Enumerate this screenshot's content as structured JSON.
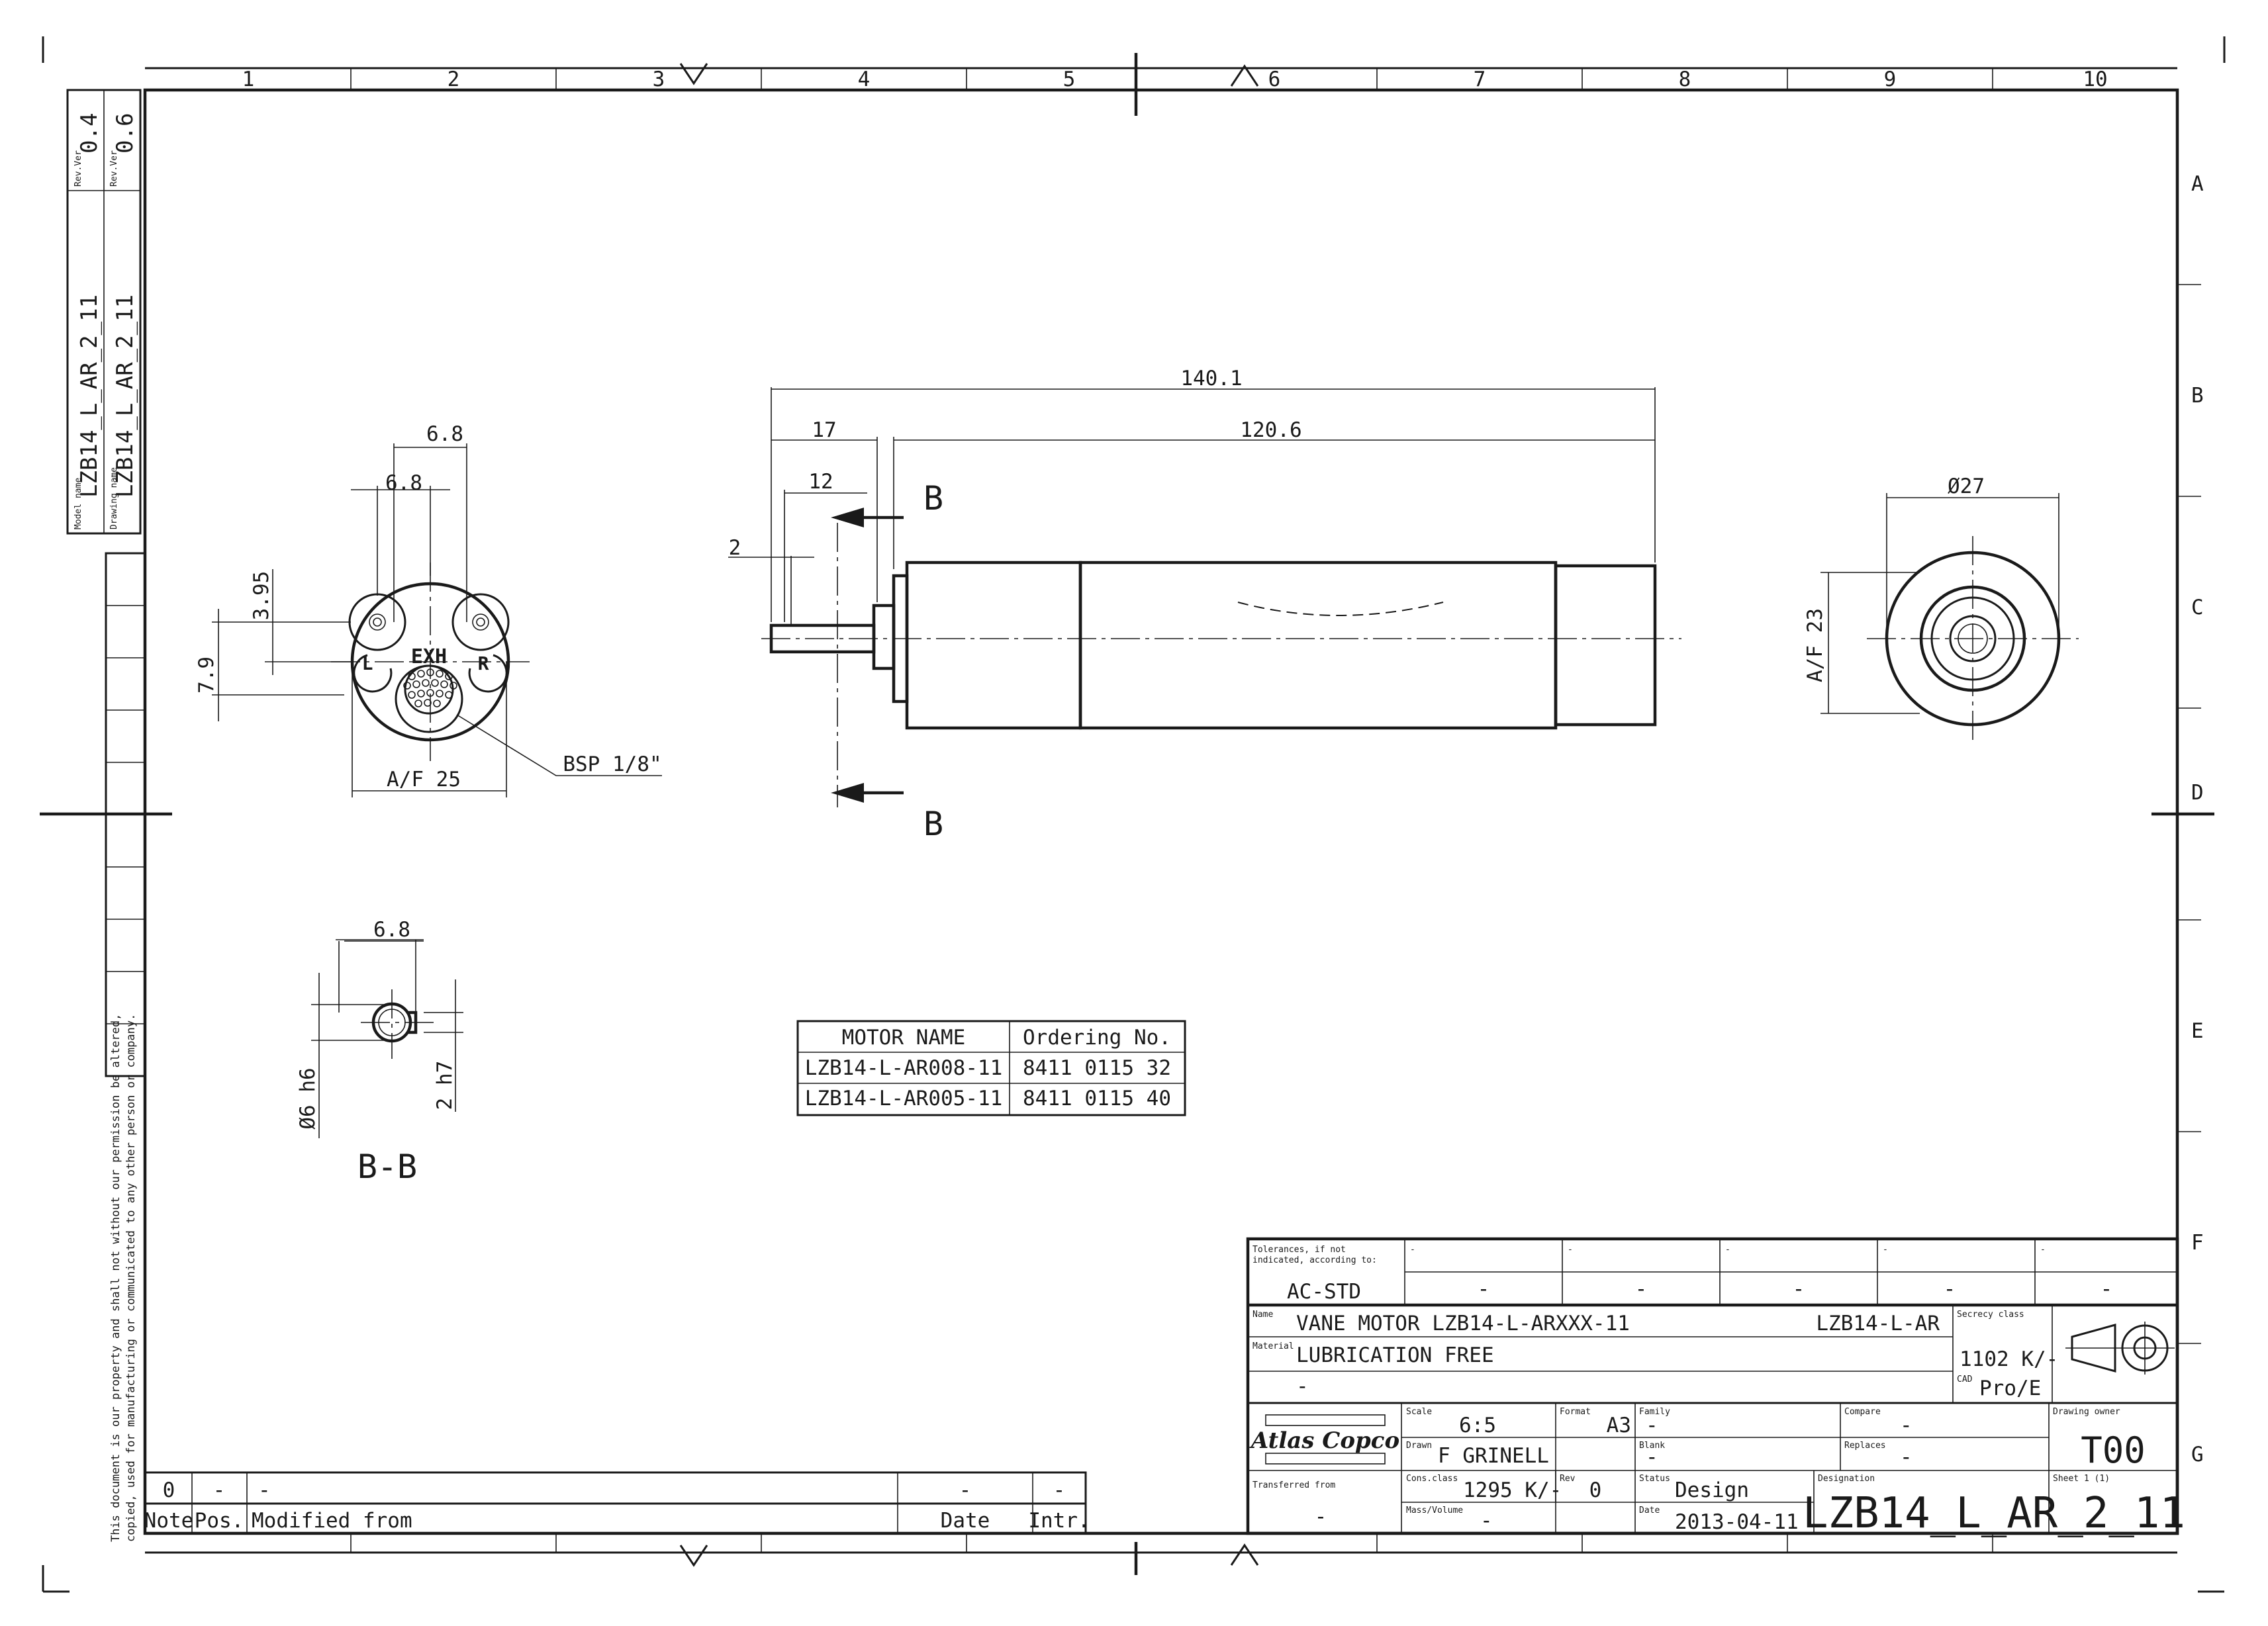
{
  "frame": {
    "columns": [
      "1",
      "2",
      "3",
      "4",
      "5",
      "6",
      "7",
      "8",
      "9",
      "10"
    ],
    "rows": [
      "A",
      "B",
      "C",
      "D",
      "E",
      "F",
      "G"
    ]
  },
  "side_strip": {
    "model_name_label": "Model name",
    "model_name": "LZB14_L_AR_2_11",
    "rev_ver_label_1": "Rev.Ver",
    "rev_ver_1": "0.4",
    "drawing_name_label": "Drawing name",
    "drawing_name": "LZB14_L_AR_2_11",
    "rev_ver_label_2": "Rev.Ver",
    "rev_ver_2": "0.6"
  },
  "copyright": {
    "line1": "This document is our property and shall not without our permission be altered,",
    "line2": "copied, used for manufacturing or communicated to any other person or company."
  },
  "front_view": {
    "dim_top": "6.8",
    "dim_mid": "6.8",
    "dim_v1": "3.95",
    "dim_v2": "7.9",
    "dim_bottom": "A/F 25",
    "thread_callout": "BSP 1/8\"",
    "port_exh": "EXH",
    "port_l": "L",
    "port_r": "R"
  },
  "side_view": {
    "dim_overall": "140.1",
    "dim_body": "120.6",
    "dim_17": "17",
    "dim_12": "12",
    "dim_2": "2",
    "section_top": "B",
    "section_bottom": "B"
  },
  "end_view": {
    "dim_dia": "Ø27",
    "dim_af": "A/F 23"
  },
  "section_bb": {
    "dim_width": "6.8",
    "dim_dia": "Ø6 h6",
    "dim_key": "2 h7",
    "label": "B-B"
  },
  "motor_table": {
    "headers": [
      "MOTOR NAME",
      "Ordering No."
    ],
    "rows": [
      [
        "LZB14-L-AR008-11",
        "8411 0115 32"
      ],
      [
        "LZB14-L-AR005-11",
        "8411 0115 40"
      ]
    ]
  },
  "revision_table": {
    "row": {
      "note": "0",
      "pos": "-",
      "modified": "-",
      "date": "-",
      "intr": "-"
    },
    "headers": {
      "note": "Note",
      "pos": "Pos.",
      "modified": "Modified from",
      "date": "Date",
      "intr": "Intr."
    }
  },
  "title_block": {
    "tolerance_label_1": "Tolerances, if not",
    "tolerance_label_2": "indicated, according to:",
    "tolerance_std": "AC-STD",
    "dash": "-",
    "name_label": "Name",
    "name": "VANE MOTOR LZB14-L-ARXXX-11",
    "name_code": "LZB14-L-AR",
    "secrecy_label": "Secrecy class",
    "secrecy": "1102 K/-",
    "material_label": "Material",
    "material": "LUBRICATION FREE",
    "material_extra": "-",
    "cad_label": "CAD",
    "cad": "Pro/E",
    "company_logo": "Atlas Copco",
    "scale_label": "Scale",
    "scale": "6:5",
    "format_label": "Format",
    "format": "A3",
    "family_label": "Family",
    "family": "-",
    "compare_label": "Compare",
    "compare": "-",
    "drawing_owner_label": "Drawing owner",
    "drawing_owner": "T00",
    "drawn_label": "Drawn",
    "drawn": "F GRINELL",
    "blank_label": "Blank",
    "blank": "-",
    "replaces_label": "Replaces",
    "replaces": "-",
    "transferred_label": "Transferred from",
    "transferred": "-",
    "cons_label": "Cons.class",
    "cons": "1295 K/-",
    "rev_label": "Rev",
    "rev": "0",
    "status_label": "Status",
    "status": "Design",
    "designation_label": "Designation",
    "designation": "LZB14_L_AR_2_11",
    "sheet_label": "Sheet 1 (1)",
    "mass_label": "Mass/Volume",
    "mass": "-",
    "date_label": "Date",
    "date": "2013-04-11"
  }
}
